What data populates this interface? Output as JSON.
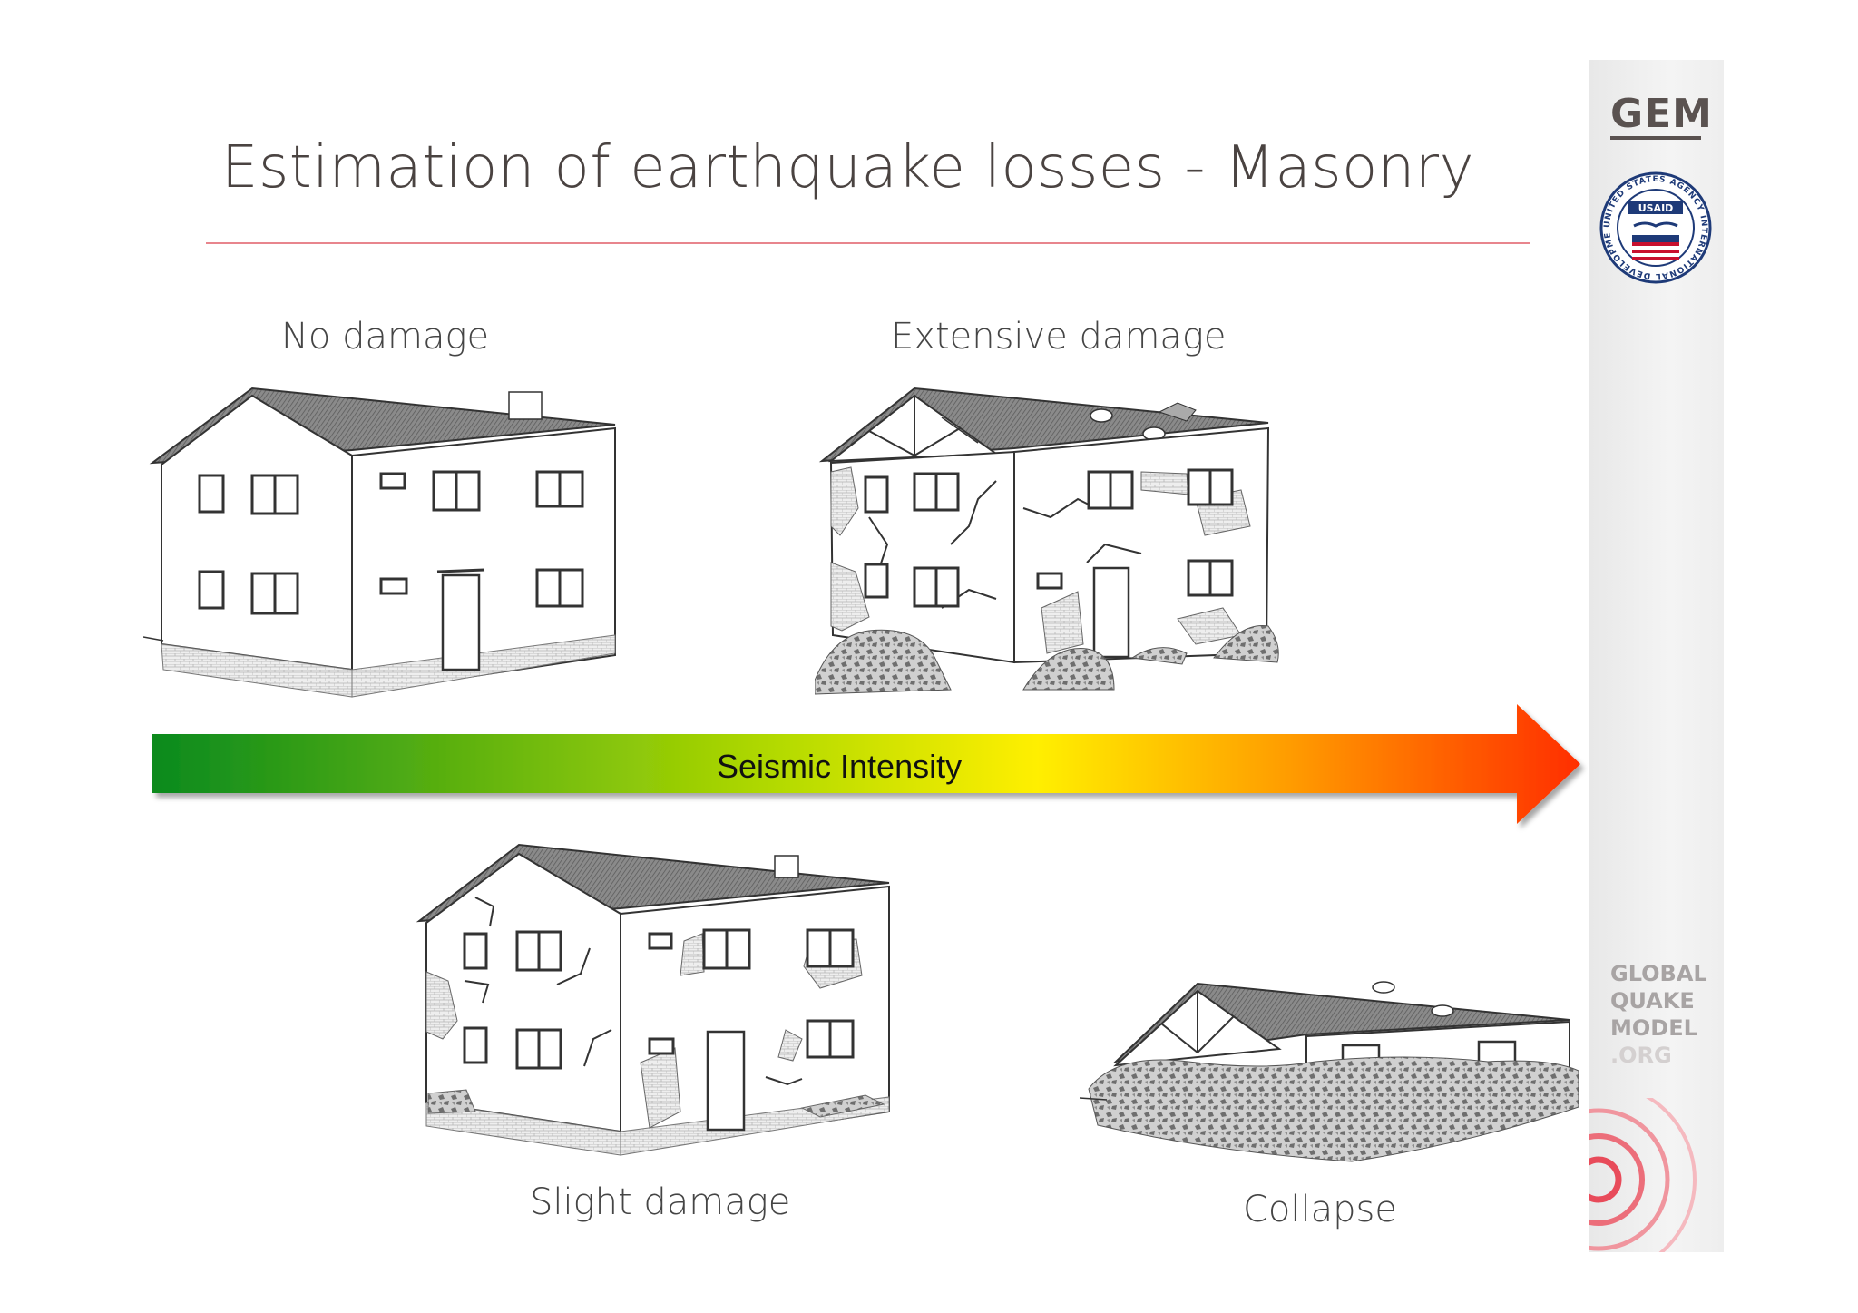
{
  "slide": {
    "title": "Estimation of earthquake losses - Masonry"
  },
  "labels": {
    "no_damage": "No damage",
    "extensive_damage": "Extensive damage",
    "slight_damage": "Slight damage",
    "collapse": "Collapse"
  },
  "arrow": {
    "label": "Seismic Intensity",
    "gradient_colors": [
      "#0a8a1e",
      "#b8dc00",
      "#ffef00",
      "#ff9a00",
      "#ff2e00"
    ]
  },
  "sidebar": {
    "gem_logo": "GEM",
    "usaid_seal_text": "UNITED STATES AGENCY INTERNATIONAL DEVELOPMENT",
    "usaid_badge": "USAID",
    "gqm_lines": [
      "GLOBAL",
      "QUAKE",
      "MODEL",
      ".ORG"
    ]
  },
  "colors": {
    "title": "#4a4341",
    "rule": "#e8858d",
    "ring": "#e84b5a"
  }
}
